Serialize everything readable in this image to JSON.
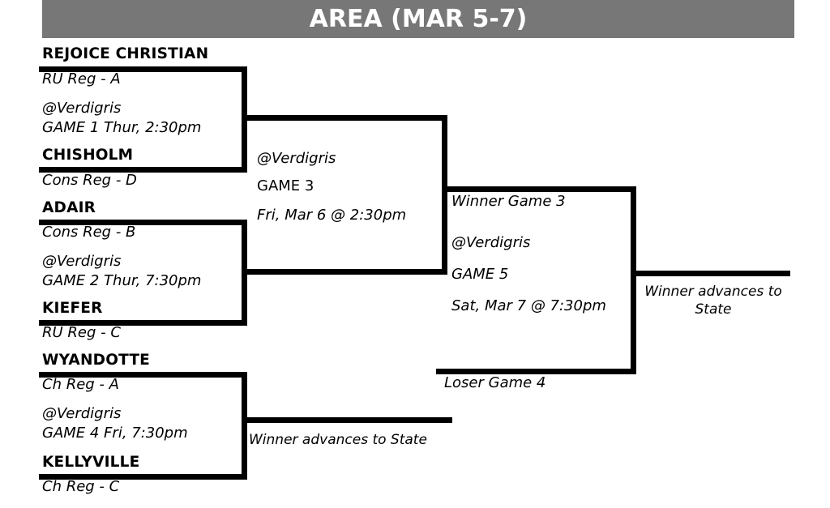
{
  "header": {
    "title": "AREA (MAR 5-7)",
    "background_color": "#777777",
    "text_color": "#ffffff"
  },
  "bracket": {
    "round1": [
      {
        "game_label": "GAME 1",
        "top_team": {
          "name": "REJOICE CHRISTIAN",
          "seed": "RU Reg - A"
        },
        "bottom_team": {
          "name": "CHISHOLM",
          "seed": "Cons Reg - D"
        },
        "venue": "@Verdigris",
        "schedule": "GAME 1 Thur, 2:30pm"
      },
      {
        "game_label": "GAME 2",
        "top_team": {
          "name": "ADAIR",
          "seed": "Cons Reg - B"
        },
        "bottom_team": {
          "name": "KIEFER",
          "seed": "RU Reg - C"
        },
        "venue": "@Verdigris",
        "schedule": "GAME 2 Thur, 7:30pm"
      },
      {
        "game_label": "GAME 4",
        "top_team": {
          "name": "WYANDOTTE",
          "seed": "Ch Reg - A"
        },
        "bottom_team": {
          "name": "KELLYVILLE",
          "seed": "Ch Reg - C"
        },
        "venue": "@Verdigris",
        "schedule": "GAME 4 Fri, 7:30pm"
      }
    ],
    "game3": {
      "venue": "@Verdigris",
      "game_label": "GAME 3",
      "schedule": "Fri, Mar 6 @ 2:30pm"
    },
    "game5": {
      "entrant_top": "Winner Game 3",
      "venue": "@Verdigris",
      "game_label": "GAME 5",
      "schedule": "Sat, Mar 7 @ 7:30pm",
      "entrant_bottom": "Loser Game 4"
    },
    "advancement": {
      "game4_note": "Winner advances to State",
      "final_note_line1": "Winner advances to",
      "final_note_line2": "State"
    }
  }
}
